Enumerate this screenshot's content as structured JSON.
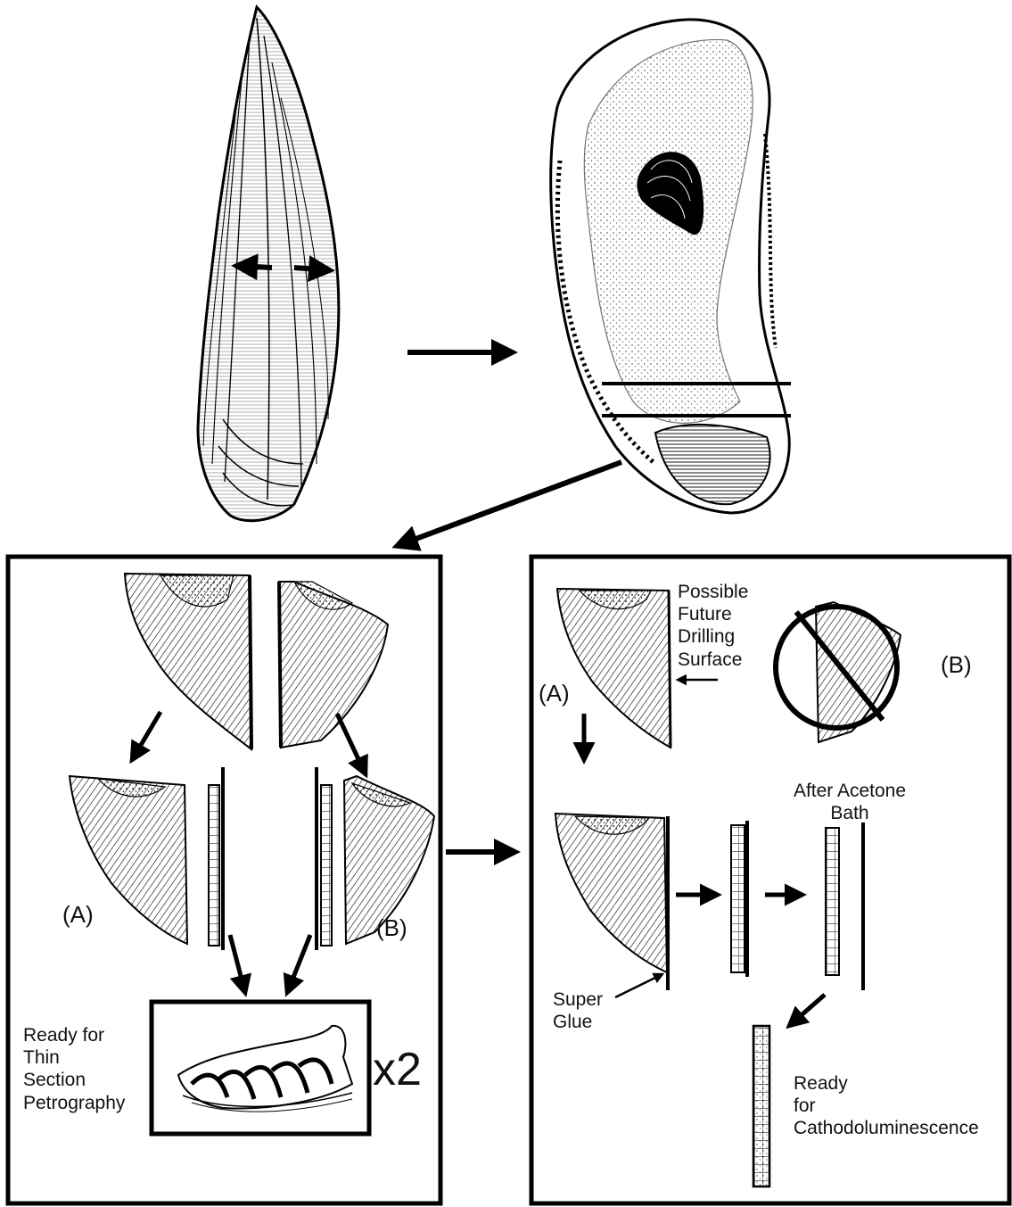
{
  "labels": {
    "left_panel": {
      "a": "(A)",
      "b": "(B)",
      "ready_line1": "Ready for",
      "ready_line2": "Thin",
      "ready_line3": "Section",
      "ready_line4": "Petrography",
      "multiplier": "x2"
    },
    "right_panel": {
      "a": "(A)",
      "b": "(B)",
      "possible_line1": "Possible",
      "possible_line2": "Future",
      "possible_line3": "Drilling",
      "possible_line4": "Surface",
      "acetone_line1": "After Acetone",
      "acetone_line2": "Bath",
      "glue_line1": "Super",
      "glue_line2": "Glue",
      "cl_line1": "Ready",
      "cl_line2": "for",
      "cl_line3": "Cathodoluminescence"
    }
  }
}
